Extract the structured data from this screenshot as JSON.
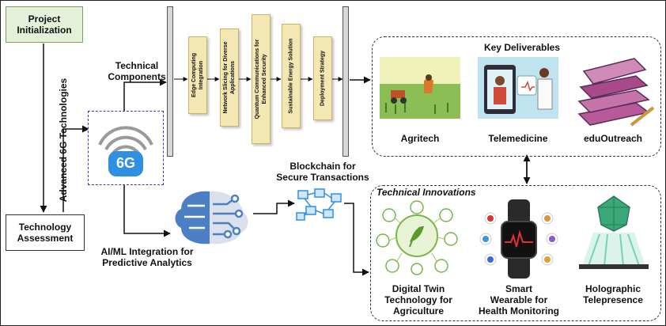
{
  "nodes": {
    "project_init": "Project\nInitialization",
    "tech_assessment": "Technology\nAssessment",
    "advanced_6g": "Advanced 6G Technologies",
    "technical_components": "Technical\nComponents",
    "ai_ml": "AI/ML Integration for\nPredictive Analytics",
    "blockchain": "Blockchain for\nSecure Transactions",
    "logo_6g": "6G"
  },
  "components": [
    "Edge Computing\nIntegration",
    "Network Slicing for Diverse\nApplications",
    "Quantum Communications for\nEnhanced Security",
    "Sustainable Energy Solution",
    "Deployment Strategy"
  ],
  "key_deliverables": {
    "title": "Key Deliverables",
    "items": [
      "Agritech",
      "Telemedicine",
      "eduOutreach"
    ]
  },
  "technical_innovations": {
    "title": "Technical Innovations",
    "items": [
      "Digital Twin\nTechnology for\nAgriculture",
      "Smart\nWearable for\nHealth Monitoring",
      "Holographic\nTelepresence"
    ]
  },
  "icons": [
    "6g-wifi-icon",
    "ai-brain-icon",
    "blockchain-icon",
    "agritech-illustration",
    "telemedicine-illustration",
    "books-illustration",
    "digital-twin-illustration",
    "smartwatch-illustration",
    "hologram-illustration"
  ],
  "colors": {
    "init_fill": "#e4f1d8",
    "init_border": "#7aa05a",
    "bar_fill": "#f3e7b4",
    "accent_blue": "#2f8fe0"
  }
}
